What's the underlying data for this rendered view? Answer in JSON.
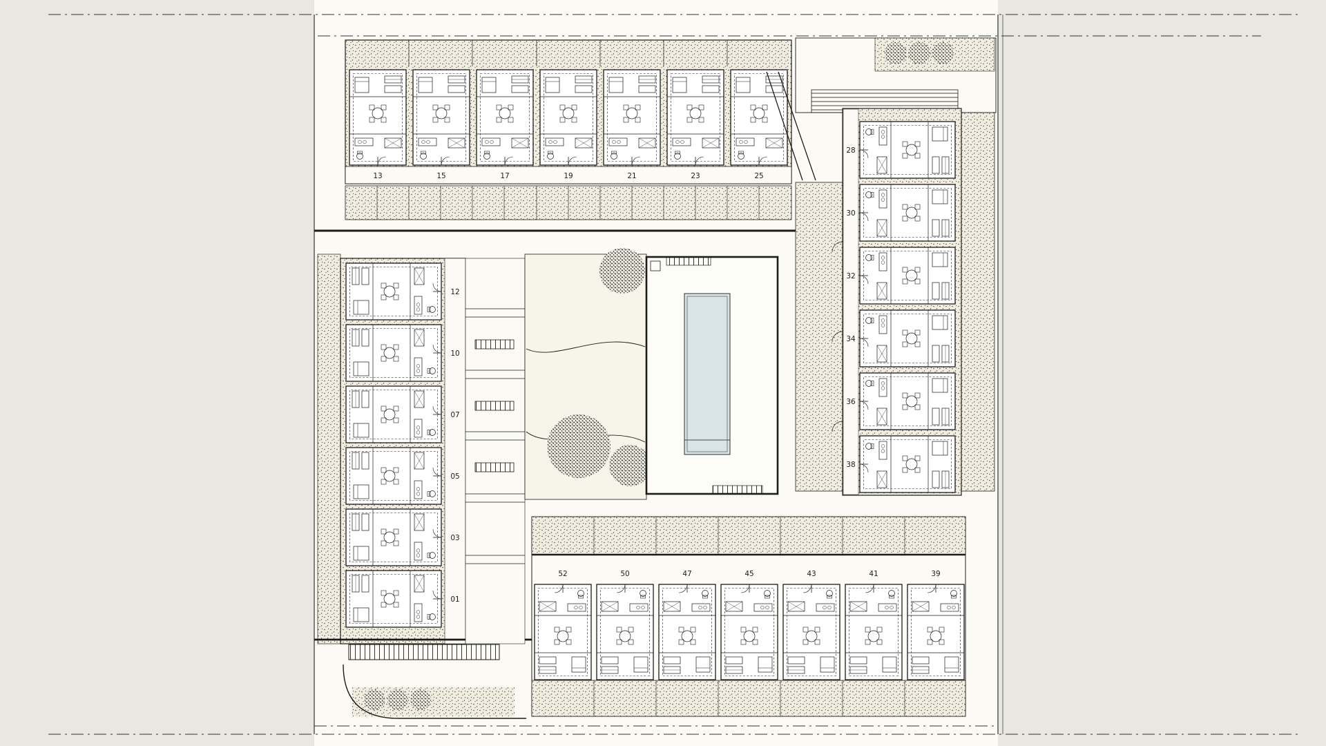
{
  "drawing": {
    "kind": "architectural-site-plan"
  },
  "palette": {
    "panel": "#e8e7e2",
    "paper": "#fbfaf4",
    "ink": "#1b1b18",
    "pool": "#d9e4e6",
    "garden": "#f7f4e9"
  },
  "units": {
    "top_row": [
      "13",
      "15",
      "17",
      "19",
      "21",
      "23",
      "25"
    ],
    "right_column": [
      "28",
      "30",
      "32",
      "34",
      "36",
      "38"
    ],
    "left_column": [
      "12",
      "10",
      "07",
      "05",
      "03",
      "01"
    ],
    "bottom_row": [
      "52",
      "50",
      "47",
      "45",
      "43",
      "41",
      "39"
    ]
  }
}
